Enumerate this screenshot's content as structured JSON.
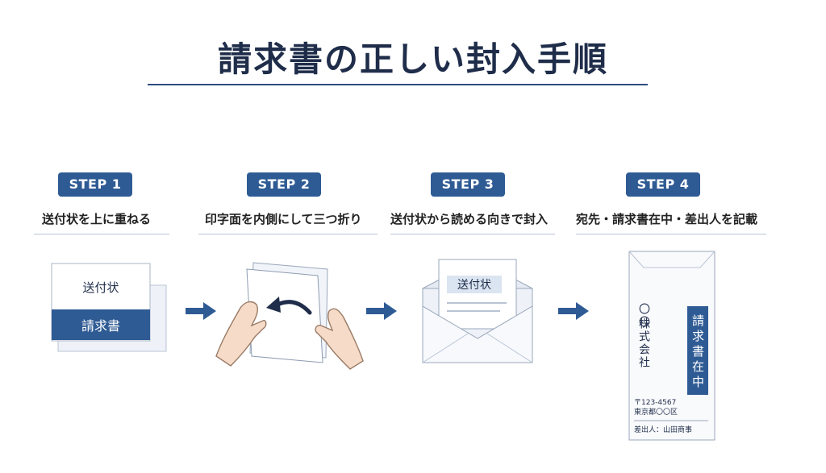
{
  "title": "請求書の正しい封入手順",
  "steps": [
    {
      "badge": "STEP 1",
      "caption": "送付状を上に重ねる"
    },
    {
      "badge": "STEP 2",
      "caption": "印字面を内側にして三つ折り"
    },
    {
      "badge": "STEP 3",
      "caption": "送付状から読める向きで封入"
    },
    {
      "badge": "STEP 4",
      "caption": "宛先・請求書在中・差出人を記載"
    }
  ],
  "step1_paper": {
    "top_label": "送付状",
    "bottom_label": "請求書"
  },
  "step3_paper": {
    "label": "送付状"
  },
  "envelope": {
    "company_marks": "〇〇",
    "company_line": "株式会社",
    "stamp": "請求書在中",
    "postal": "〒123-4567",
    "address": "東京都〇〇区",
    "sender": "差出人：山田商事"
  },
  "colors": {
    "accent": "#2f5b94",
    "title": "#1f2d4a"
  }
}
